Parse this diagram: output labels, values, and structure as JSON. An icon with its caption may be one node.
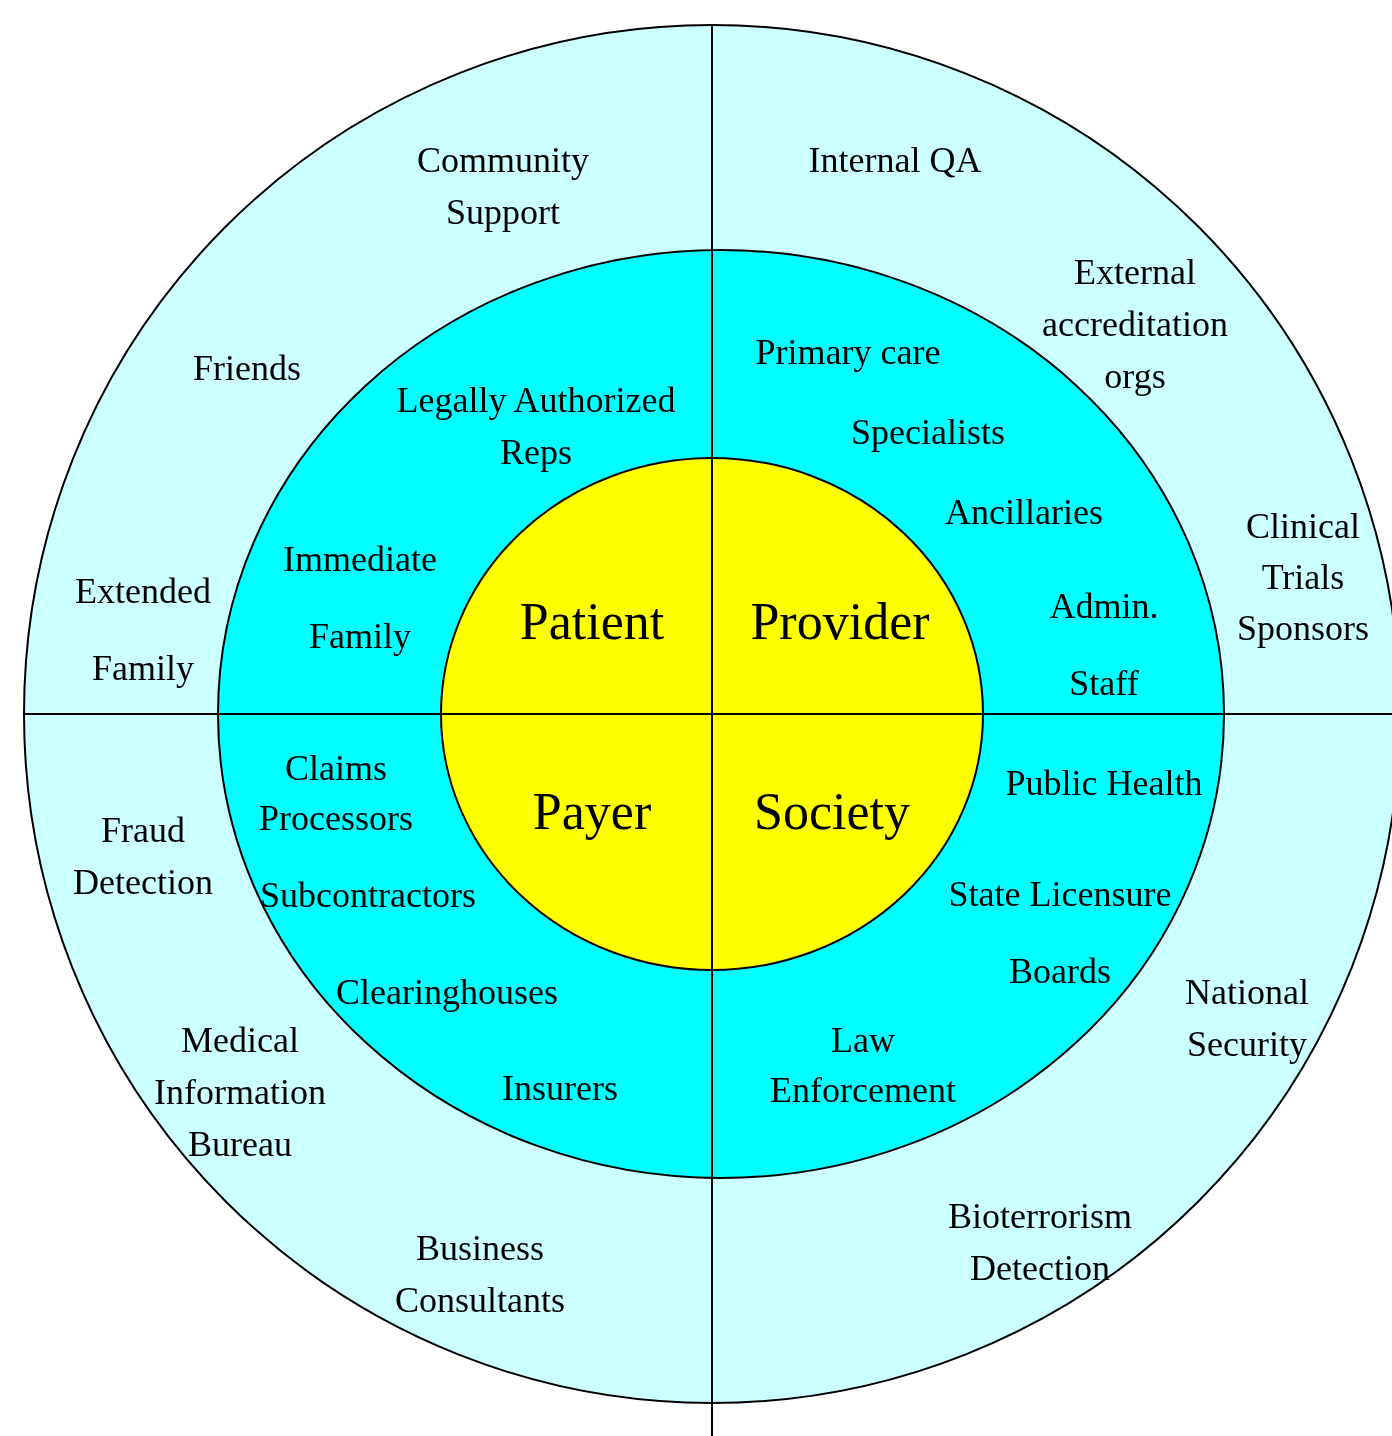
{
  "diagram": {
    "nodes": [
      {
        "text": [
          "Community Support",
          "Internal QA",
          "Friends",
          "External accreditation orgs",
          "Clinical Trials Sponsors",
          "Extended Family",
          "Fraud Detection",
          "National Security",
          "Medical Information Bureau",
          "Bioterrorism Detection",
          "Business Consultants"
        ]
      },
      {
        "text": [
          "Primary care",
          "Legally Authorized Reps",
          "Specialists",
          "Ancillaries",
          "Immediate Family",
          "Admin. Staff",
          "Claims Processors",
          "Public Health",
          "Subcontractors",
          "State Licensure Boards",
          "Clearinghouses",
          "Insurers",
          "Law Enforcement"
        ],
        "in": 0
      },
      {
        "text": [
          "Patient",
          "Provider",
          "Payer",
          "Society"
        ],
        "in": 1
      }
    ]
  }
}
